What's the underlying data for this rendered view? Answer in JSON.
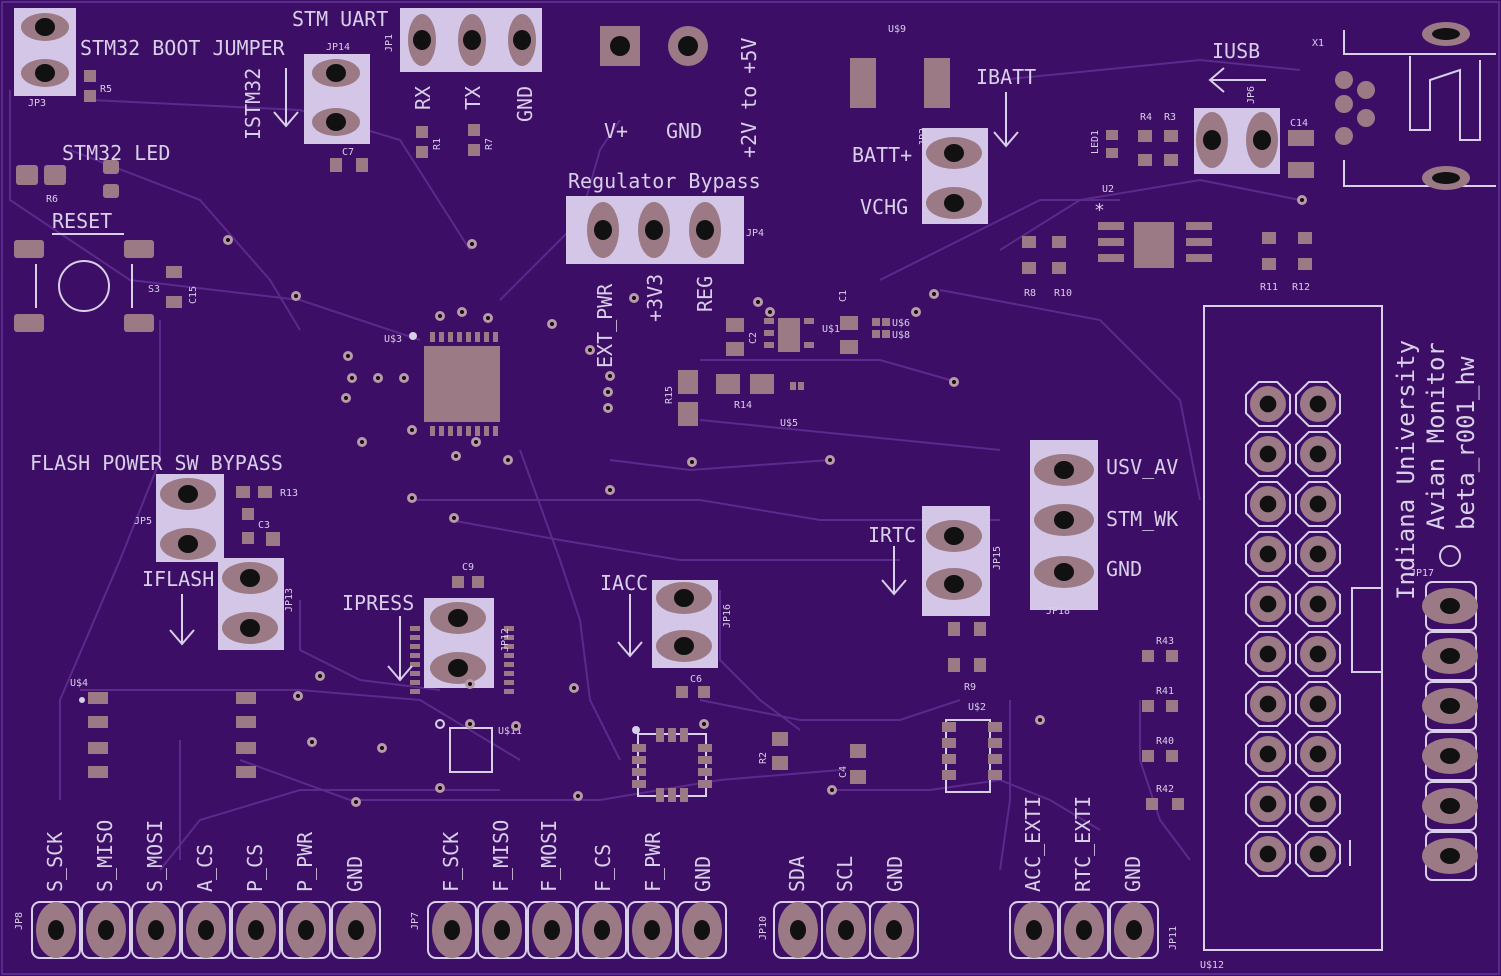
{
  "board": {
    "background": "#3d0e66",
    "silkscreen_color": "#d8cfe8",
    "copper_color": "#9b7a86",
    "title_lines": [
      "Indiana University",
      "Avian Monitor",
      "beta_r001_hw"
    ]
  },
  "labels": {
    "stm32_boot": "STM32 BOOT JUMPER",
    "stm_uart": "STM UART",
    "uart_pins": [
      "RX",
      "TX",
      "GND"
    ],
    "vin_pins": [
      "V+",
      "GND"
    ],
    "vin_range": "+2V to +5V",
    "istm32": "ISTM32",
    "stm32_led": "STM32 LED",
    "reset": "RESET",
    "reg_bypass": "Regulator Bypass",
    "reg_pins": [
      "EXT_PWR",
      "+3V3",
      "REG"
    ],
    "ibatt": "IBATT",
    "batt_plus": "BATT+",
    "vchg": "VCHG",
    "iusb": "IUSB",
    "flash_bypass": "FLASH POWER SW BYPASS",
    "iflash": "IFLASH",
    "ipress": "IPRESS",
    "iacc": "IACC",
    "irtc": "IRTC",
    "right_pins": [
      "USV_AV",
      "STM_WK",
      "GND"
    ],
    "jp8_pins": [
      "S_SCK",
      "S_MISO",
      "S_MOSI",
      "A_CS",
      "P_CS",
      "P_PWR",
      "GND"
    ],
    "jp7_pins": [
      "F_SCK",
      "F_MISO",
      "F_MOSI",
      "F_CS",
      "F_PWR",
      "GND"
    ],
    "jp10_pins": [
      "SDA",
      "SCL",
      "GND"
    ],
    "jp11_pins": [
      "ACC_EXTI",
      "RTC_EXTI",
      "GND"
    ]
  },
  "refdes": {
    "jp3": "JP3",
    "r5": "R5",
    "jp14": "JP14",
    "jp1": "JP1",
    "c7": "C7",
    "r1": "R1",
    "r7": "R7",
    "r6": "R6",
    "s3": "S3",
    "c15": "C15",
    "us9": "U$9",
    "jp2": "JP2",
    "jp4": "JP4",
    "us3": "U$3",
    "c1": "C1",
    "c2": "C2",
    "us1": "U$1",
    "us6": "U$6",
    "us8": "U$8",
    "r15": "R15",
    "r14": "R14",
    "us5": "U$5",
    "led1": "LED1",
    "r4": "R4",
    "r3": "R3",
    "jp6": "JP6",
    "c14": "C14",
    "x1": "X1",
    "u2": "U2",
    "r8": "R8",
    "r10": "R10",
    "r11": "R11",
    "r12": "R12",
    "jp5": "JP5",
    "r13": "R13",
    "c3": "C3",
    "jp13": "JP13",
    "c9": "C9",
    "jp12": "JP12",
    "jp16": "JP16",
    "c6": "C6",
    "jp15": "JP15",
    "r9": "R9",
    "jp18": "JP18",
    "us4": "U$4",
    "us11": "U$11",
    "r2": "R2",
    "c4": "C4",
    "us2": "U$2",
    "r43": "R43",
    "r41": "R41",
    "r40": "R40",
    "r42": "R42",
    "jp17": "JP17",
    "us12": "U$12",
    "jp8": "JP8",
    "jp7": "JP7",
    "jp10": "JP10",
    "jp11": "JP11"
  }
}
